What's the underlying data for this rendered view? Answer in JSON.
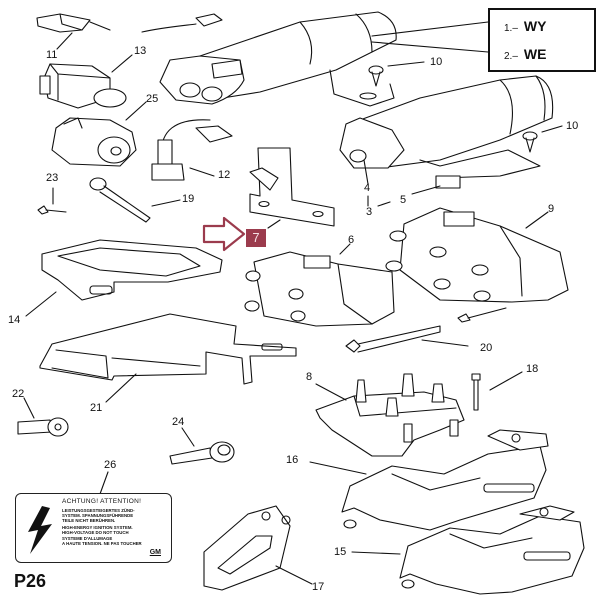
{
  "diagram": {
    "page_code": "P26",
    "legend": [
      {
        "index": "1.–",
        "code": "WY"
      },
      {
        "index": "2.–",
        "code": "WE"
      }
    ],
    "highlighted_part": "7",
    "highlight_color": "#9b3b4d",
    "callouts": [
      "11",
      "13",
      "25",
      "23",
      "19",
      "12",
      "10",
      "10",
      "4",
      "3",
      "5",
      "9",
      "7",
      "6",
      "14",
      "20",
      "21",
      "22",
      "24",
      "8",
      "18",
      "26",
      "16",
      "15",
      "17"
    ],
    "warning_label": {
      "title": "ACHTUNG! ATTENTION!",
      "lines": [
        "LEISTUNGSGESTEIGERTES ZÜND-",
        "SYSTEM. SPANNUNGSFÜHRENDE",
        "TEILE NICHT BERÜHREN.",
        "HIGH-ENERGY IGNITION SYSTEM.",
        "HIGH-VOLTAGE DO NOT TOUCH",
        "SYSTEME D'ALLUMAGE",
        "A HAUTE TENSION. NE PAS TOUCHER"
      ],
      "brand": "GM",
      "icon": "lightning-bolt-icon"
    },
    "parts": [
      {
        "id": "11",
        "name": "module-11"
      },
      {
        "id": "13",
        "name": "connector-13"
      },
      {
        "id": "25",
        "name": "motor-25"
      },
      {
        "id": "23",
        "name": "bolt-23"
      },
      {
        "id": "19",
        "name": "bolt-19"
      },
      {
        "id": "12",
        "name": "sensor-12"
      },
      {
        "id": "10",
        "name": "screw-10"
      },
      {
        "id": "4",
        "name": "part-4"
      },
      {
        "id": "3",
        "name": "ignition-coil-assembly-3"
      },
      {
        "id": "5",
        "name": "connector-5"
      },
      {
        "id": "9",
        "name": "coil-pack-9"
      },
      {
        "id": "7",
        "name": "bracket-7"
      },
      {
        "id": "6",
        "name": "coil-pack-6"
      },
      {
        "id": "14",
        "name": "bracket-14"
      },
      {
        "id": "20",
        "name": "bolt-20"
      },
      {
        "id": "21",
        "name": "bracket-21"
      },
      {
        "id": "22",
        "name": "bolt-22"
      },
      {
        "id": "24",
        "name": "bolt-24"
      },
      {
        "id": "8",
        "name": "coil-pack-8"
      },
      {
        "id": "18",
        "name": "bolt-18"
      },
      {
        "id": "26",
        "name": "warning-label-26"
      },
      {
        "id": "16",
        "name": "mounting-plate-16"
      },
      {
        "id": "15",
        "name": "mounting-plate-15"
      },
      {
        "id": "17",
        "name": "gasket-17"
      }
    ]
  }
}
